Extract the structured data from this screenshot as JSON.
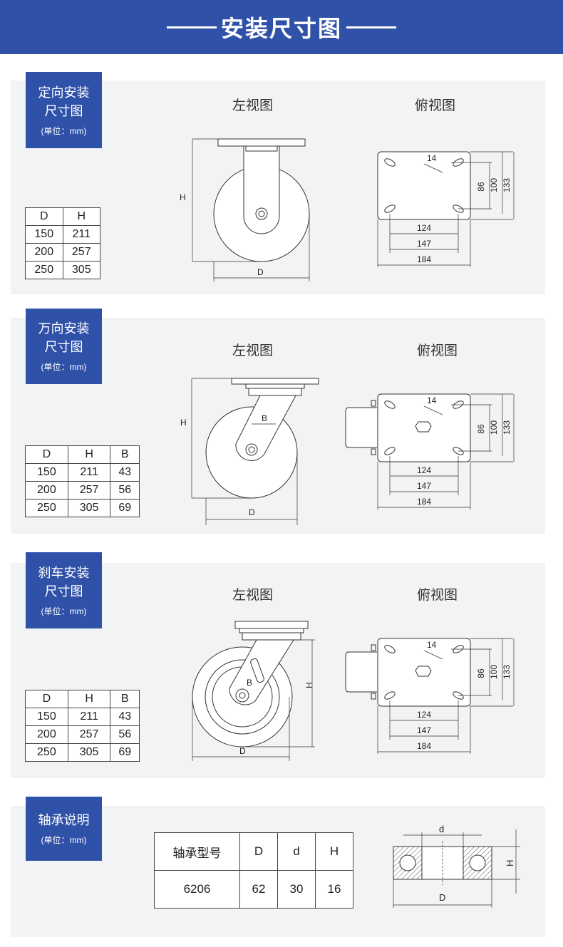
{
  "header": {
    "title": "安装尺寸图"
  },
  "views": {
    "left": "左视图",
    "top": "俯视图"
  },
  "unit": "(单位：mm)",
  "sections": [
    {
      "title_line1": "定向安装",
      "title_line2": "尺寸图",
      "columns": [
        "D",
        "H"
      ],
      "rows": [
        [
          "150",
          "211"
        ],
        [
          "200",
          "257"
        ],
        [
          "250",
          "305"
        ]
      ]
    },
    {
      "title_line1": "万向安装",
      "title_line2": "尺寸图",
      "columns": [
        "D",
        "H",
        "B"
      ],
      "rows": [
        [
          "150",
          "211",
          "43"
        ],
        [
          "200",
          "257",
          "56"
        ],
        [
          "250",
          "305",
          "69"
        ]
      ]
    },
    {
      "title_line1": "刹车安装",
      "title_line2": "尺寸图",
      "columns": [
        "D",
        "H",
        "B"
      ],
      "rows": [
        [
          "150",
          "211",
          "43"
        ],
        [
          "200",
          "257",
          "56"
        ],
        [
          "250",
          "305",
          "69"
        ]
      ]
    }
  ],
  "plate_dims": {
    "slot": "14",
    "inner_h": "86",
    "mid_h": "100",
    "outer_h": "133",
    "inner_w": "124",
    "mid_w": "147",
    "outer_w": "184"
  },
  "drawing_labels": {
    "h": "H",
    "d": "D",
    "b": "B",
    "small_d": "d"
  },
  "bearing": {
    "title": "轴承说明",
    "columns": [
      "轴承型号",
      "D",
      "d",
      "H"
    ],
    "row": [
      "6206",
      "62",
      "30",
      "16"
    ]
  }
}
